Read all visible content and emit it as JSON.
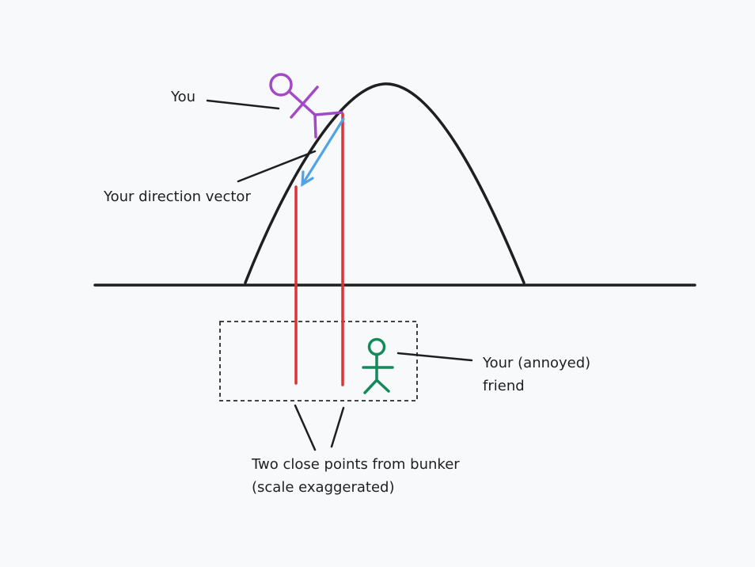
{
  "labels": {
    "you": "You",
    "direction_vector": "Your direction vector",
    "friend_line1": "Your (annoyed)",
    "friend_line2": "friend",
    "points_line1": "Two close points from bunker",
    "points_line2": "(scale exaggerated)"
  },
  "colors": {
    "background": "#f8f9fb",
    "ink": "#1f1f1f",
    "you_figure": "#a349c8",
    "friend_figure": "#138a5a",
    "projection_lines": "#d93535",
    "direction_vector": "#4fa3e8",
    "bunker_outline": "#2b2b2b"
  }
}
